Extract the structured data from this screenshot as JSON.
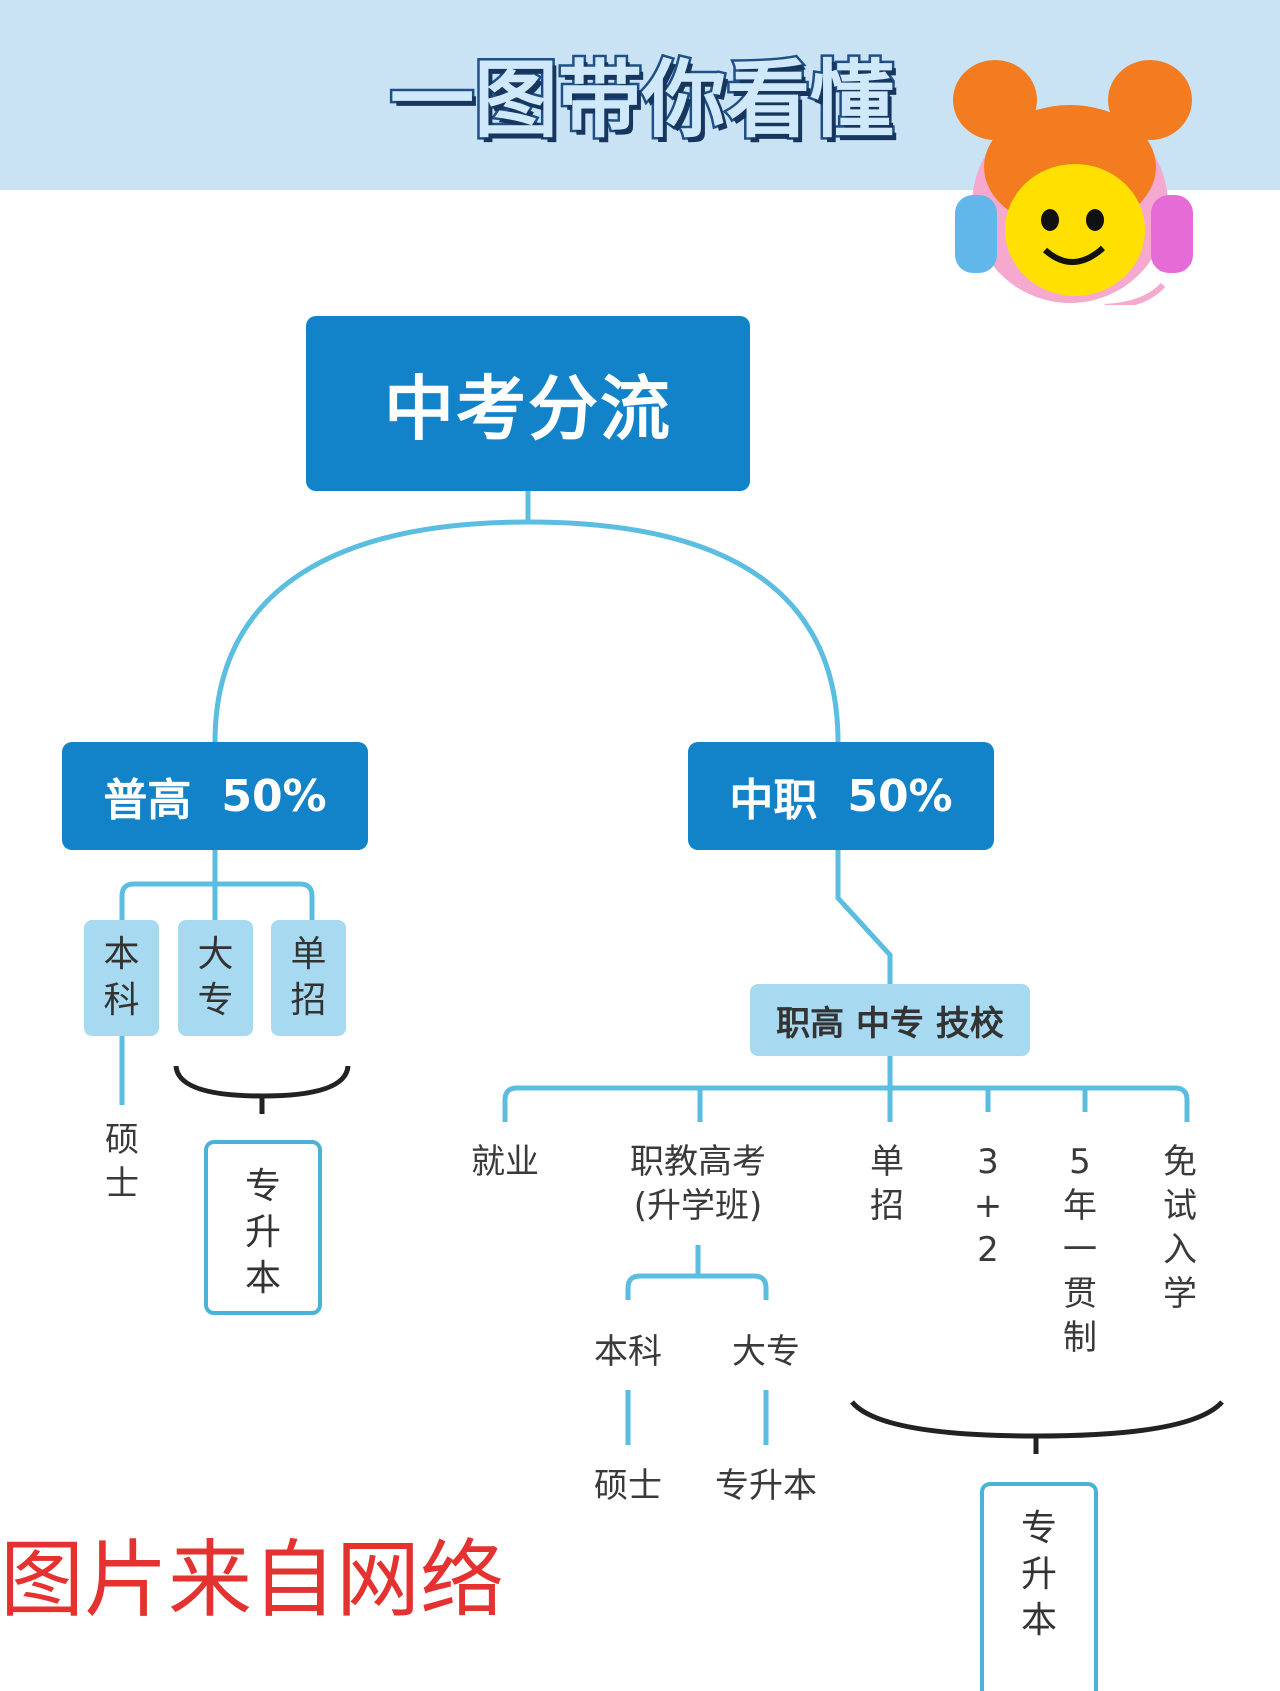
{
  "header": {
    "title": "一图带你看懂",
    "colors": {
      "banner": "#c9e3f5",
      "title_fill": "#cfe9fb",
      "title_stroke": "#1f4f86"
    }
  },
  "mascot": {
    "icon": "smiling-face-with-headphones-icon"
  },
  "diagram": {
    "root": "中考分流",
    "branches": {
      "general": {
        "name": "普高",
        "percent": "50%",
        "options": [
          {
            "chars": [
              "本",
              "科"
            ],
            "next": [
              "硕",
              "士"
            ]
          },
          {
            "chars": [
              "大",
              "专"
            ]
          },
          {
            "chars": [
              "单",
              "招"
            ]
          }
        ],
        "bracket_result": [
          "专",
          "升",
          "本"
        ]
      },
      "vocational": {
        "name": "中职",
        "percent": "50%",
        "schools": "职高  中专  技校",
        "paths": {
          "employment": "就业",
          "exam_line1": "职教高考",
          "exam_line2": "(升学班)",
          "exam_sub": [
            {
              "name": "本科",
              "next": "硕士"
            },
            {
              "name": "大专",
              "next": "专升本"
            }
          ],
          "single": [
            "单",
            "招"
          ],
          "three_plus_two": [
            "3",
            "+",
            "2"
          ],
          "five_year": [
            "5",
            "年",
            "一",
            "贯",
            "制"
          ],
          "exempt": [
            "免",
            "试",
            "入",
            "学"
          ]
        },
        "bracket_result": [
          "专",
          "升",
          "本"
        ]
      }
    },
    "colors": {
      "dark_box": "#1383c9",
      "light_box": "#a7daf1",
      "line": "#5bbde0",
      "bracket": "#222222"
    }
  },
  "watermark": "图片来自网络"
}
